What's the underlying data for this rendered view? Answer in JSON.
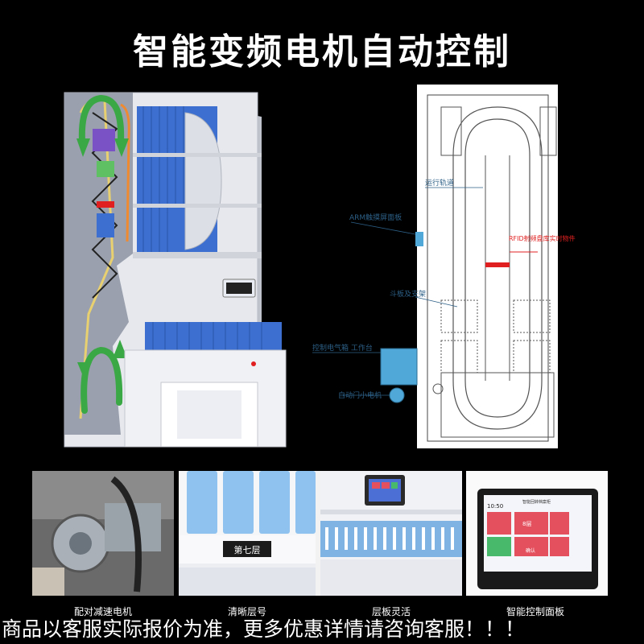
{
  "title": "智能变频电机自动控制",
  "diagram": {
    "labels": {
      "track": "运行轨道",
      "arm_panel": "ARM触摸屏面板",
      "rfid": "RFID射频盘库实时物件",
      "bucket": "斗板及支架",
      "control": "控制电气箱 工作台",
      "motor": "自动门小电机"
    }
  },
  "thumbnails": [
    {
      "caption": "配对减速电机"
    },
    {
      "caption": "清晰层号",
      "plate": "第七层"
    },
    {
      "caption": "层板灵活"
    },
    {
      "caption": "智能控制面板",
      "screen_time": "10:50",
      "screen_title": "智能回转档案柜",
      "tile_count": "8层",
      "tile_caption": "确认"
    }
  ],
  "footer": "商品以客服实际报价为准，更多优惠详情请咨询客服！！！",
  "colors": {
    "background": "#000000",
    "folder_blue": "#3c6fd0",
    "arrow_green": "#3aa845",
    "screen_red": "#e4505e",
    "screen_green": "#48b86a"
  }
}
